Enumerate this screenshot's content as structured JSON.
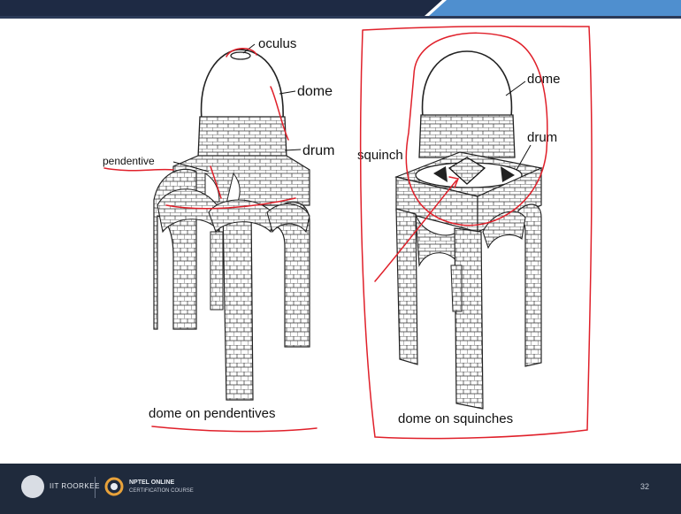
{
  "slide": {
    "left_figure": {
      "labels": {
        "oculus": "oculus",
        "dome": "dome",
        "drum": "drum",
        "pendentive": "pendentive"
      },
      "caption": "dome on pendentives"
    },
    "right_figure": {
      "labels": {
        "dome": "dome",
        "drum": "drum",
        "squinch": "squinch"
      },
      "caption": "dome on squinches"
    },
    "annotation_color": "#e0202a"
  },
  "footer": {
    "logo1_text": "IIT ROORKEE",
    "logo2_line1": "NPTEL ONLINE",
    "logo2_line2": "CERTIFICATION COURSE",
    "page_number": "32"
  }
}
